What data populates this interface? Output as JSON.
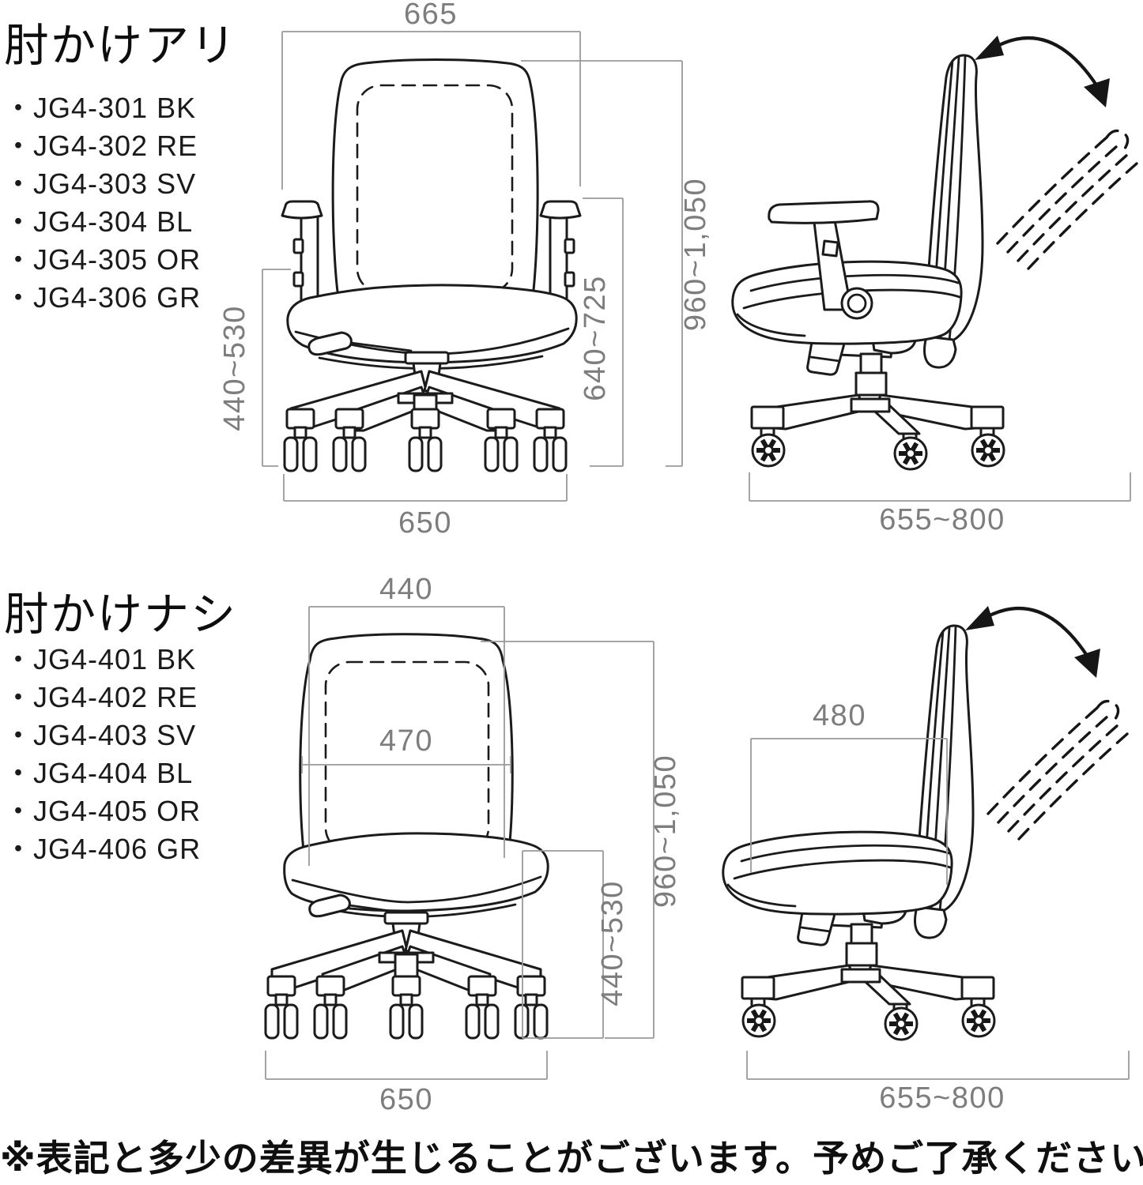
{
  "with_arms": {
    "title": "肘かけアリ",
    "models": [
      "・JG4-301 BK",
      "・JG4-302 RE",
      "・JG4-303 SV",
      "・JG4-304 BL",
      "・JG4-305 OR",
      "・JG4-306 GR"
    ],
    "front": {
      "overall_width": "665",
      "overall_height": "960~1,050",
      "armrest_height": "640~725",
      "seat_height": "440~530",
      "base_width": "650"
    },
    "side": {
      "depth": "655~800"
    }
  },
  "without_arms": {
    "title": "肘かけナシ",
    "models": [
      "・JG4-401 BK",
      "・JG4-402 RE",
      "・JG4-403 SV",
      "・JG4-404 BL",
      "・JG4-405 OR",
      "・JG4-406 GR"
    ],
    "front": {
      "backrest_top_width": "440",
      "backrest_width": "470",
      "overall_height": "960~1,050",
      "seat_height": "440~530",
      "base_width": "650"
    },
    "side": {
      "seat_depth": "480",
      "depth": "655~800"
    }
  },
  "note": "※表記と多少の差異が生じることがございます。予めご了承ください。",
  "colors": {
    "line": "#1b1b1b",
    "dimension_line": "#9a9a9a",
    "dimension_text": "#7d7d7d",
    "text": "#111111"
  }
}
